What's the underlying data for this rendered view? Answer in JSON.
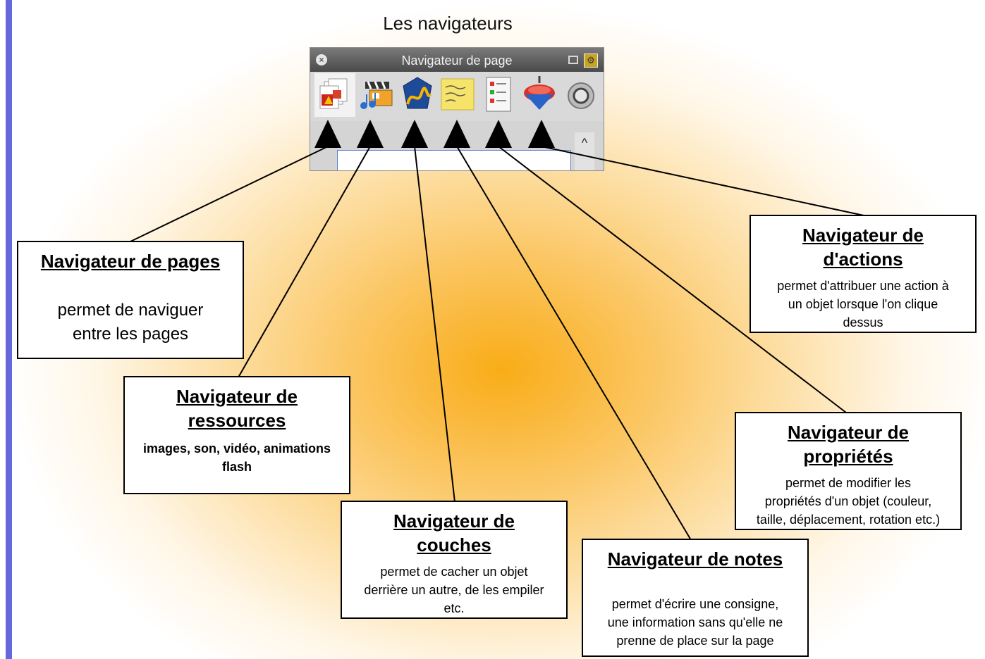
{
  "title": "Les navigateurs",
  "palette": {
    "title": "Navigateur de page",
    "close_icon": "close-icon",
    "tabs": [
      {
        "name": "pages-tab-icon"
      },
      {
        "name": "resources-tab-icon"
      },
      {
        "name": "layers-tab-icon"
      },
      {
        "name": "notes-tab-icon"
      },
      {
        "name": "properties-tab-icon"
      },
      {
        "name": "actions-tab-icon"
      },
      {
        "name": "more-tab-icon"
      }
    ],
    "scroll_up": "^"
  },
  "boxes": {
    "pages": {
      "title": "Navigateur de pages",
      "desc_1": "permet de naviguer",
      "desc_2": "entre les pages"
    },
    "resources": {
      "title_1": "Navigateur de",
      "title_2": "ressources",
      "desc_1": "images, son, vidéo, animations",
      "desc_2": "flash"
    },
    "layers": {
      "title_1": "Navigateur de",
      "title_2": "couches",
      "desc_1": "permet de cacher un objet",
      "desc_2": "derrière un autre, de les empiler",
      "desc_3": "etc."
    },
    "notes": {
      "title": "Navigateur de notes",
      "desc_1": "permet d'écrire une consigne,",
      "desc_2": "une information sans qu'elle ne",
      "desc_3": "prenne de place sur la page"
    },
    "properties": {
      "title_1": "Navigateur de",
      "title_2": "propriétés",
      "desc_1": "permet de modifier les",
      "desc_2": "propriétés d'un objet (couleur,",
      "desc_3": "taille, déplacement, rotation etc.)"
    },
    "actions": {
      "title_1": "Navigateur de",
      "title_2": "d'actions",
      "desc_1": "permet d'attribuer une action à",
      "desc_2": "un objet lorsque l'on clique",
      "desc_3": "dessus"
    }
  }
}
